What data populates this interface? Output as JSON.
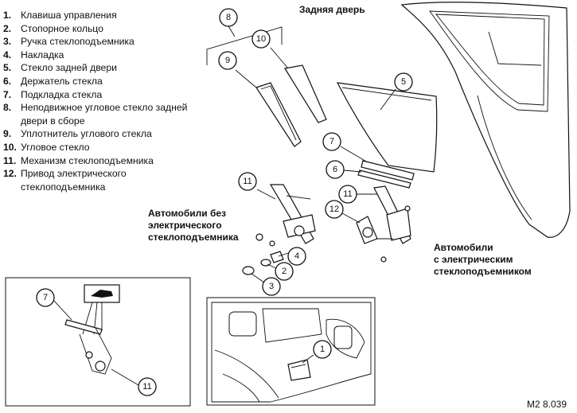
{
  "legend": [
    {
      "num": "1.",
      "text": "Клавиша управления"
    },
    {
      "num": "2.",
      "text": "Стопорное кольцо"
    },
    {
      "num": "3.",
      "text": "Ручка стеклоподъемника"
    },
    {
      "num": "4.",
      "text": "Накладка"
    },
    {
      "num": "5.",
      "text": "Стекло задней двери"
    },
    {
      "num": "6.",
      "text": "Держатель стекла"
    },
    {
      "num": "7.",
      "text": "Подкладка стекла"
    },
    {
      "num": "8.",
      "text": "Неподвижное угловое стекло задней двери в сборе"
    },
    {
      "num": "9.",
      "text": "Уплотнитель углового стекла"
    },
    {
      "num": "10.",
      "text": "Угловое стекло"
    },
    {
      "num": "11.",
      "text": "Механизм стеклоподъемника"
    },
    {
      "num": "12.",
      "text": "Привод электрического стеклоподъемника"
    }
  ],
  "labels": {
    "rear_door": "Задняя дверь",
    "without_power": [
      "Автомобили без",
      "электрического",
      "стеклоподъемника"
    ],
    "with_power": [
      "Автомобили",
      "с электрическим",
      "стеклоподъемником"
    ],
    "figure_code": "M2 8.039"
  },
  "callouts": {
    "c1": "1",
    "c2": "2",
    "c3": "3",
    "c4": "4",
    "c5": "5",
    "c6": "6",
    "c7": "7",
    "c8": "8",
    "c9": "9",
    "c10": "10",
    "c11a": "11",
    "c11b": "11",
    "c12": "12",
    "c7_inset": "7",
    "c11_inset": "11"
  }
}
